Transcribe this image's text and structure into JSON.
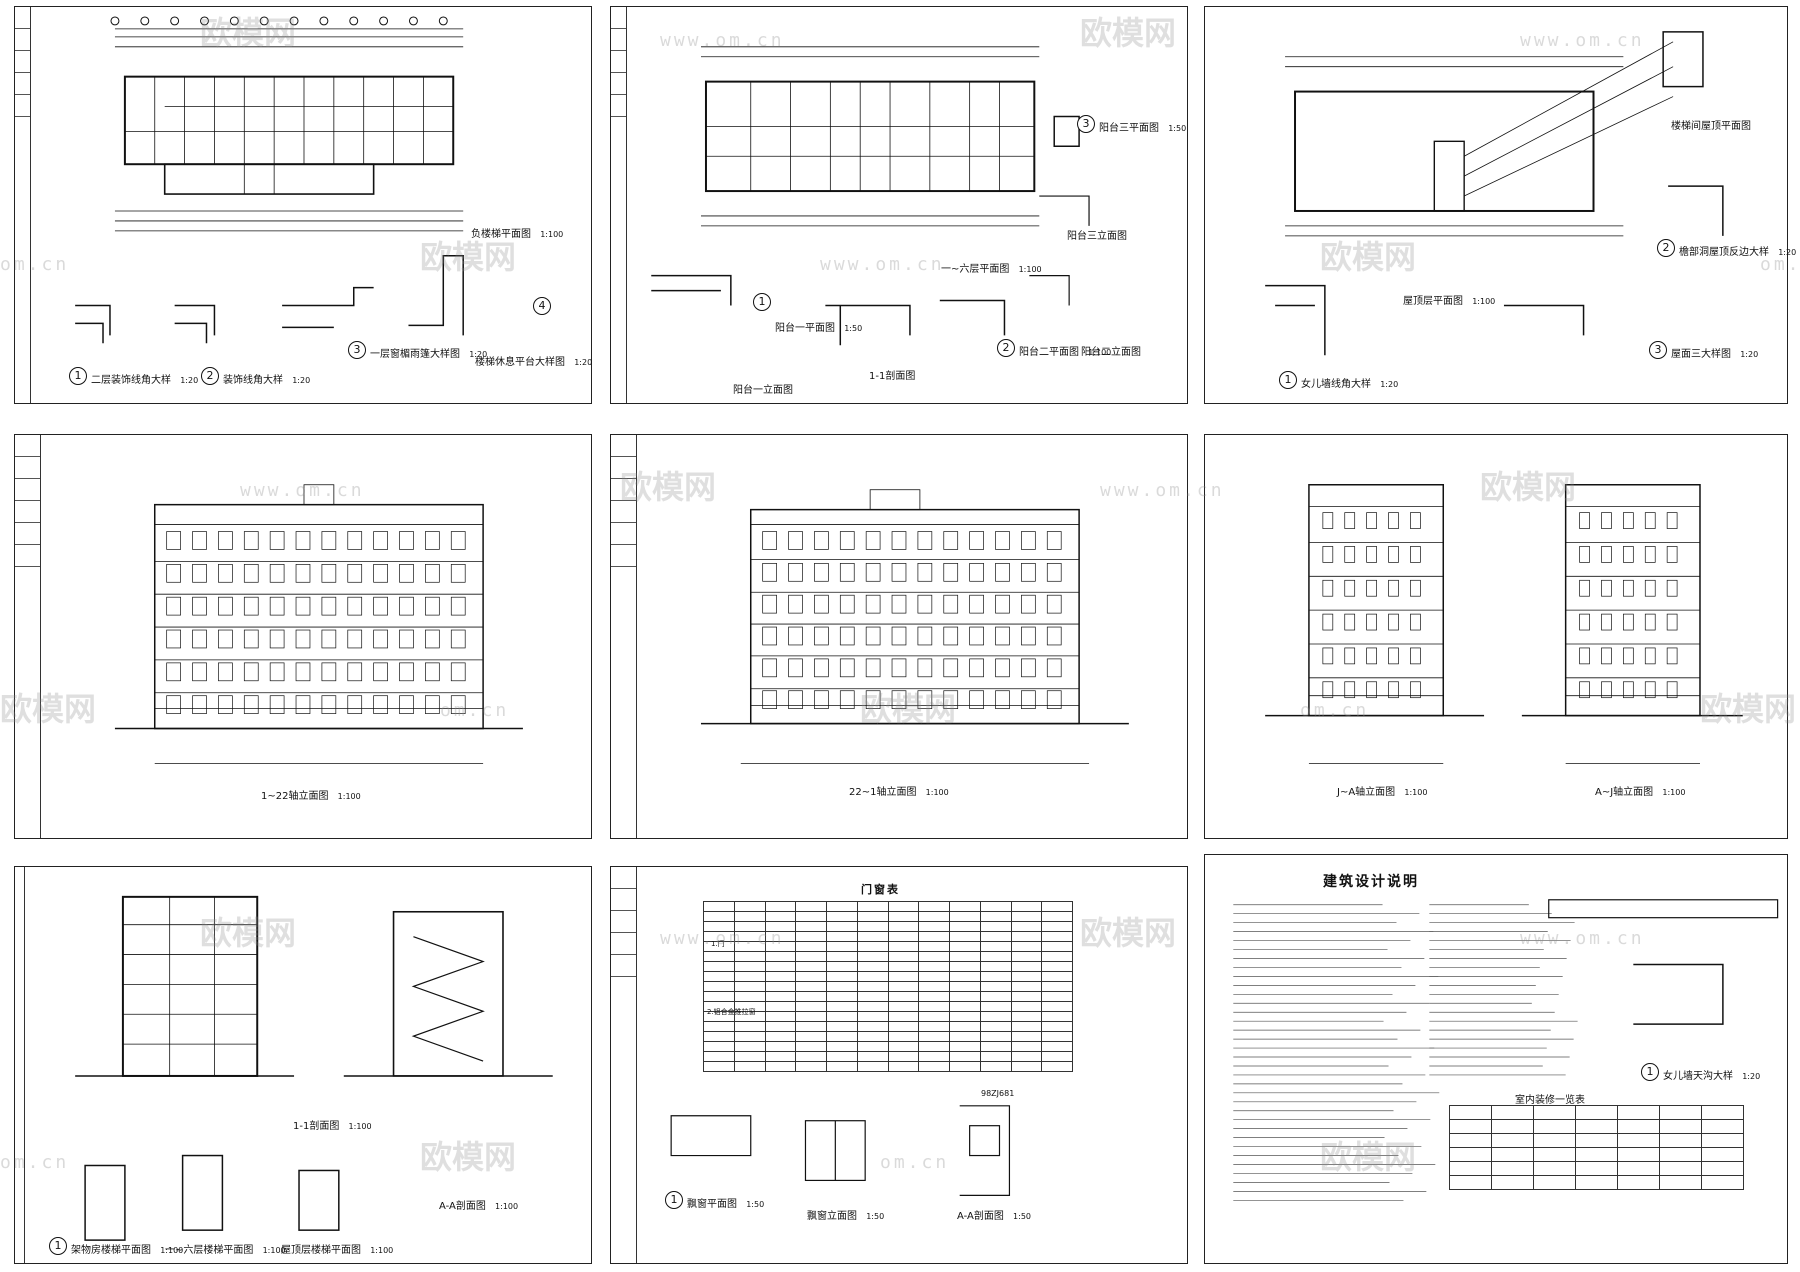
{
  "watermark": {
    "brand": "欧模网",
    "url": "www.om.cn",
    "short_url": "om.cn"
  },
  "sheets": {
    "s1": {
      "plan_title": "负楼梯平面图",
      "plan_scale": "1:100",
      "details": [
        {
          "num": "1",
          "label": "二层装饰线角大样",
          "scale": "1:20"
        },
        {
          "num": "2",
          "label": "装饰线角大样",
          "scale": "1:20"
        },
        {
          "num": "3",
          "label": "一层窗楣雨篷大样图",
          "scale": "1:20"
        },
        {
          "num": "4",
          "label": "楼梯休息平台大样图",
          "scale": "1:20"
        }
      ]
    },
    "s2": {
      "plan_title": "一~六层平面图",
      "plan_scale": "1:100",
      "details": [
        {
          "num": "1",
          "label": "阳台一平面图",
          "scale": "1:50"
        },
        {
          "num": "2",
          "label": "阳台二平面图",
          "scale": "1:100"
        },
        {
          "num": "3",
          "label": "阳台三平面图",
          "scale": "1:50"
        }
      ],
      "misc": [
        "阳台一立面图",
        "1-1剖面图",
        "阳台三立面图",
        "阳台二立面图"
      ]
    },
    "s3": {
      "plan_title": "屋顶层平面图",
      "plan_scale": "1:100",
      "details": [
        {
          "num": "1",
          "label": "女儿墙线角大样",
          "scale": "1:20"
        },
        {
          "num": "2",
          "label": "檐部洞屋顶反边大样",
          "scale": "1:20"
        },
        {
          "num": "3",
          "label": "屋面三大样图",
          "scale": "1:20"
        }
      ],
      "misc": [
        "楼梯间屋顶平面图"
      ]
    },
    "s4": {
      "title": "1~22轴立面图",
      "scale": "1:100"
    },
    "s5": {
      "title": "22~1轴立面图",
      "scale": "1:100"
    },
    "s6": {
      "left_title": "J~A轴立面图",
      "right_title": "A~J轴立面图",
      "scale": "1:100"
    },
    "s7": {
      "section": "1-1剖面图",
      "section_scale": "1:100",
      "section_aa": "A-A剖面图",
      "aa_scale": "1:100",
      "stairs": [
        {
          "num": "1",
          "label": "架物房楼梯平面图",
          "scale": "1:100"
        },
        {
          "label": "一~六层楼梯平面图",
          "scale": "1:100"
        },
        {
          "label": "屋顶层楼梯平面图",
          "scale": "1:100"
        }
      ]
    },
    "s8": {
      "table_title": "门窗表",
      "group_a": "1.门",
      "group_b": "2.铝合金推拉窗",
      "ref": "98ZJ681",
      "details": [
        {
          "num": "1",
          "label": "飘窗平面图",
          "scale": "1:50"
        },
        {
          "label": "飘窗立面图",
          "scale": "1:50"
        },
        {
          "label": "A-A剖面图",
          "scale": "1:50"
        }
      ]
    },
    "s9": {
      "title": "建筑设计说明",
      "room_table": "室内装修一览表",
      "detail": {
        "num": "1",
        "label": "女儿墙天沟大样",
        "scale": "1:20"
      }
    }
  },
  "colors": {
    "line": "#111111",
    "paper": "#ffffff",
    "watermark": "#8c8c8c"
  }
}
